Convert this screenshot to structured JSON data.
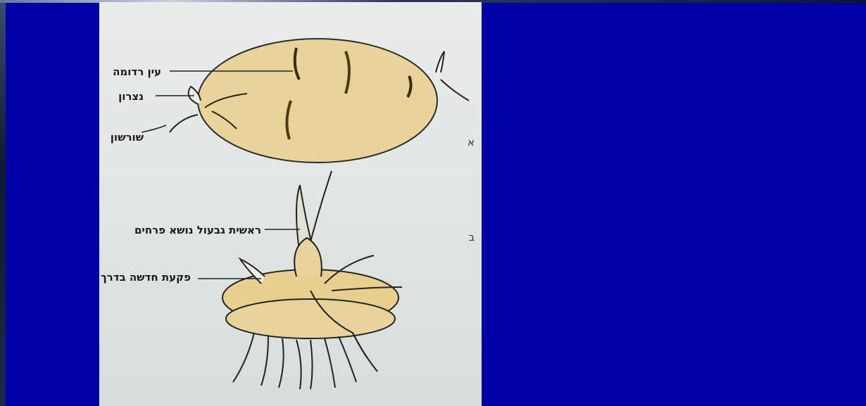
{
  "labels": {
    "eye": "עין רדומה",
    "shoot": "נצרון",
    "root": "שורשון",
    "apex": "ראשית גבעול נושא פרחים",
    "new_bulb": "פקעת חדשה בדרך"
  },
  "figure_letters": {
    "a": "א",
    "b": "ב"
  },
  "colors": {
    "panel_blue": "#0000a4",
    "paper": "#e3e6e5",
    "potato_fill": "#e8d49b",
    "ink": "#1a1a1a"
  },
  "icons": {
    "potato_tuber": "potato-tuber-illustration",
    "bulb_corm": "corm-with-roots-illustration"
  }
}
